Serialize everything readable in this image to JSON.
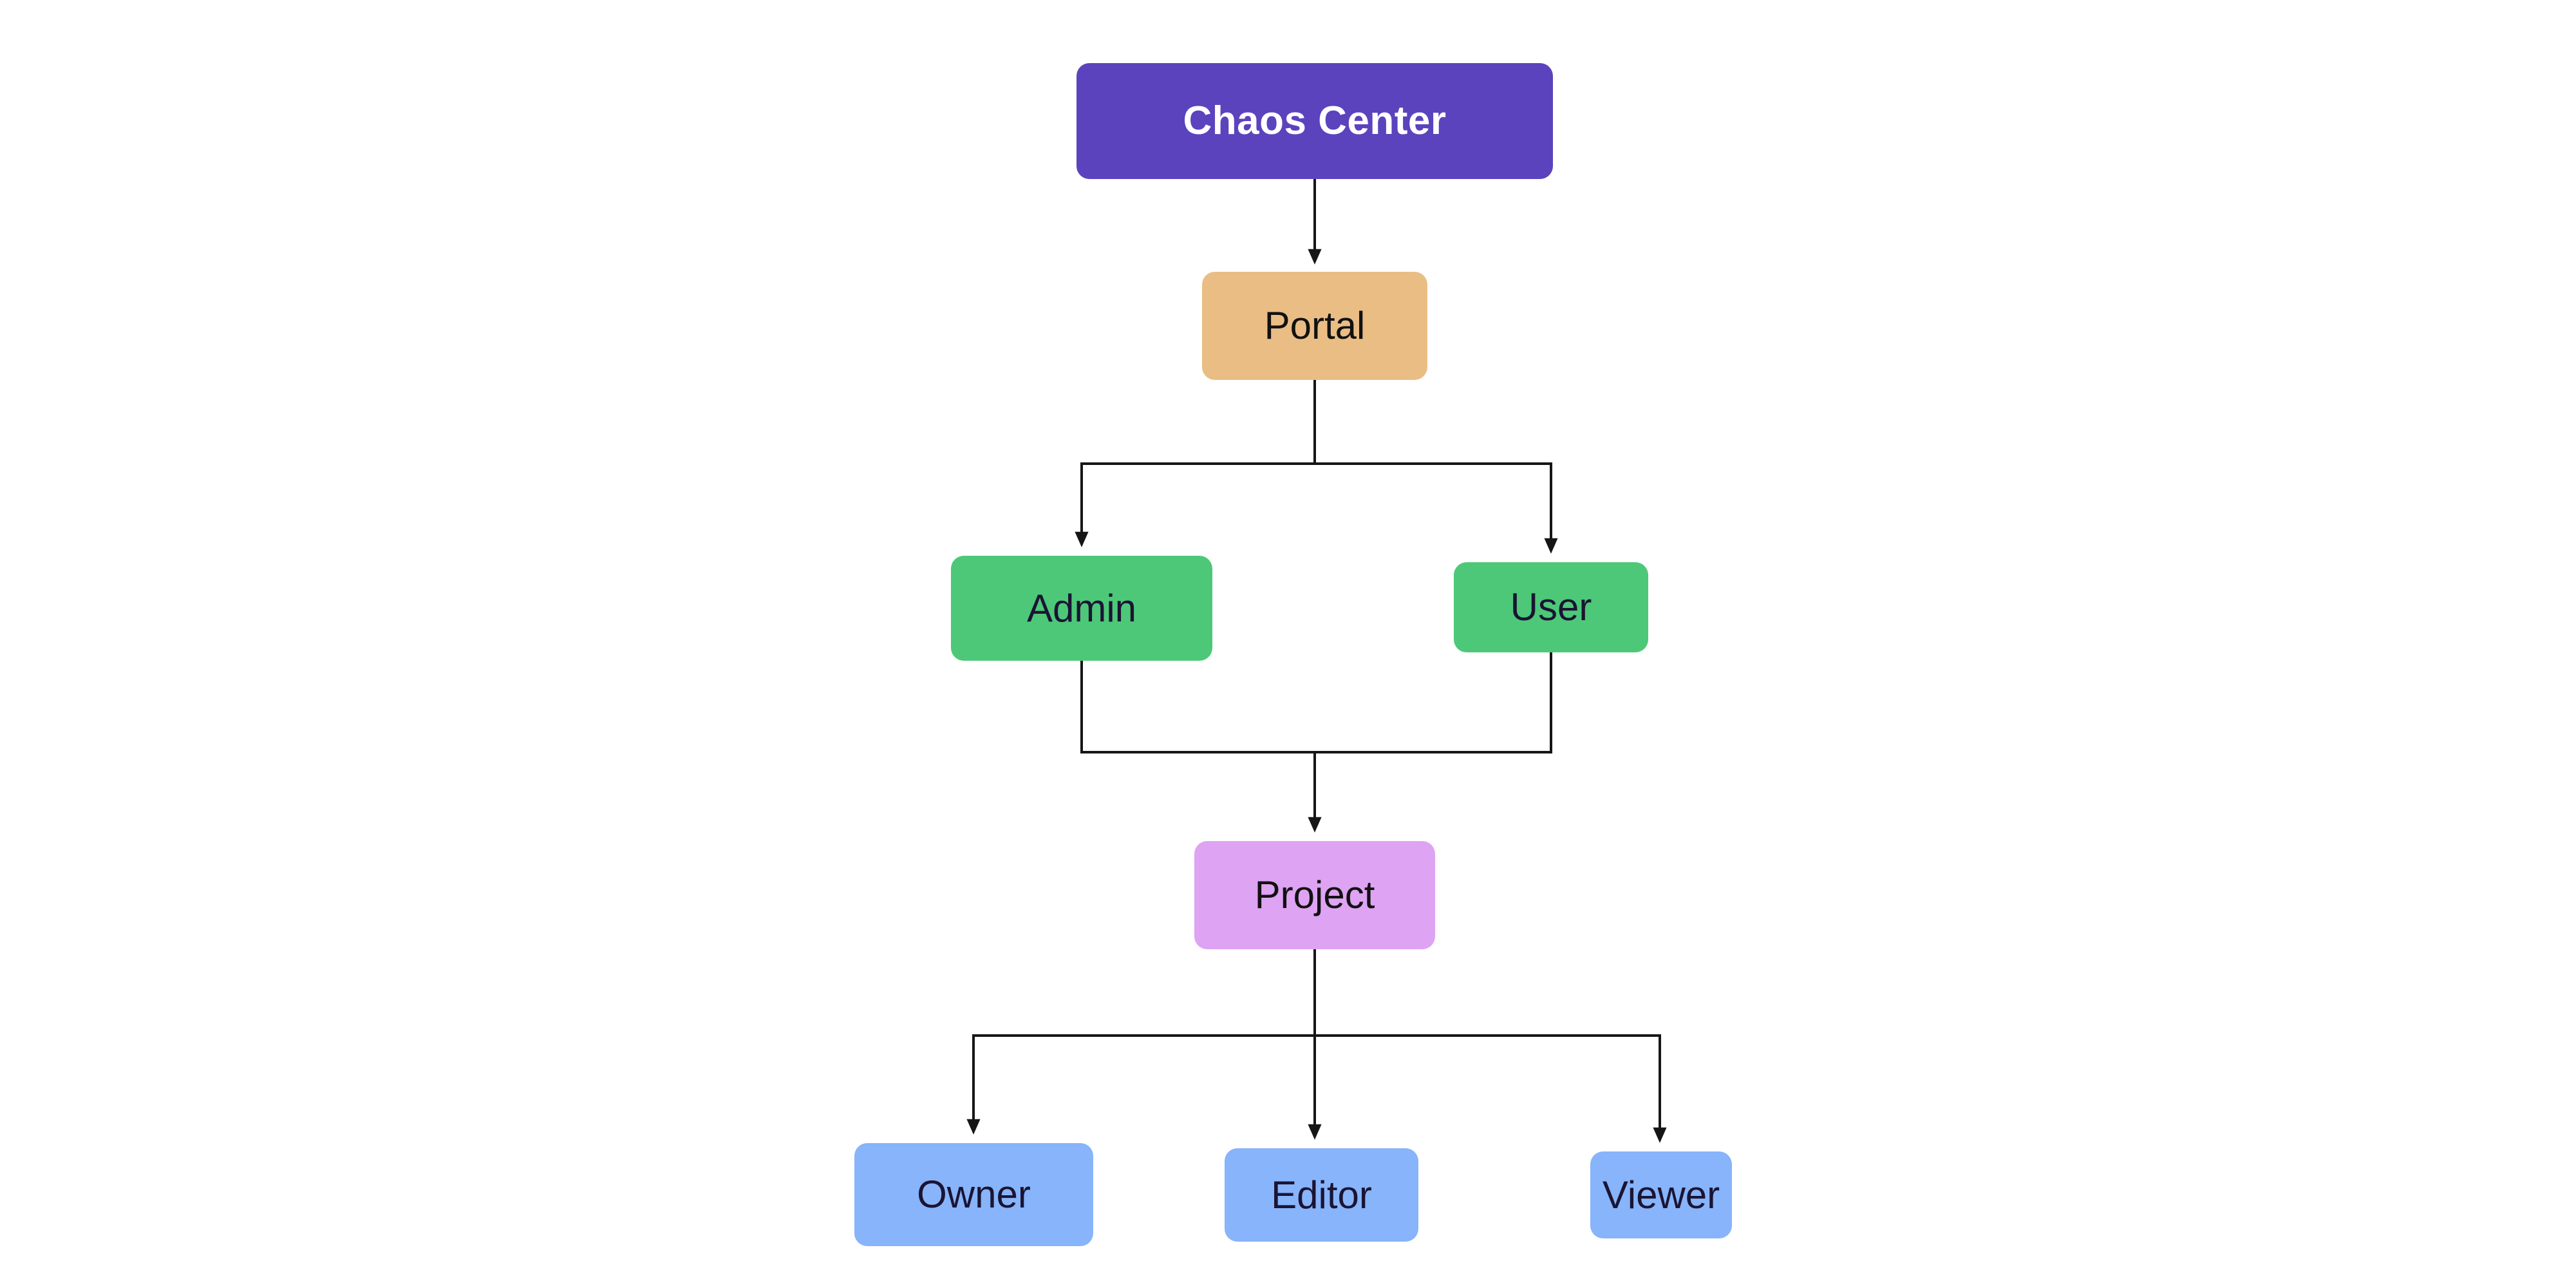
{
  "diagram": {
    "type": "flowchart",
    "background": "#FFFFFF",
    "connector_color": "#161616",
    "nodes": {
      "chaos_center": {
        "label": "Chaos Center",
        "fill": "#5B43BE",
        "text_color": "#FFFFFF"
      },
      "portal": {
        "label": "Portal",
        "fill": "#EABD84",
        "text_color": "#111111"
      },
      "admin": {
        "label": "Admin",
        "fill": "#4DC878",
        "text_color": "#1A1433"
      },
      "user": {
        "label": "User",
        "fill": "#4DC878",
        "text_color": "#1A1433"
      },
      "project": {
        "label": "Project",
        "fill": "#DEA3F2",
        "text_color": "#111111"
      },
      "owner": {
        "label": "Owner",
        "fill": "#87B4FA",
        "text_color": "#1A1433"
      },
      "editor": {
        "label": "Editor",
        "fill": "#87B4FA",
        "text_color": "#1A1433"
      },
      "viewer": {
        "label": "Viewer",
        "fill": "#87B4FA",
        "text_color": "#1A1433"
      }
    },
    "edges": [
      {
        "from": "Chaos Center",
        "to": "Portal"
      },
      {
        "from": "Portal",
        "to": "Admin"
      },
      {
        "from": "Portal",
        "to": "User"
      },
      {
        "from": "Admin",
        "to": "Project"
      },
      {
        "from": "User",
        "to": "Project"
      },
      {
        "from": "Project",
        "to": "Owner"
      },
      {
        "from": "Project",
        "to": "Editor"
      },
      {
        "from": "Project",
        "to": "Viewer"
      }
    ]
  }
}
